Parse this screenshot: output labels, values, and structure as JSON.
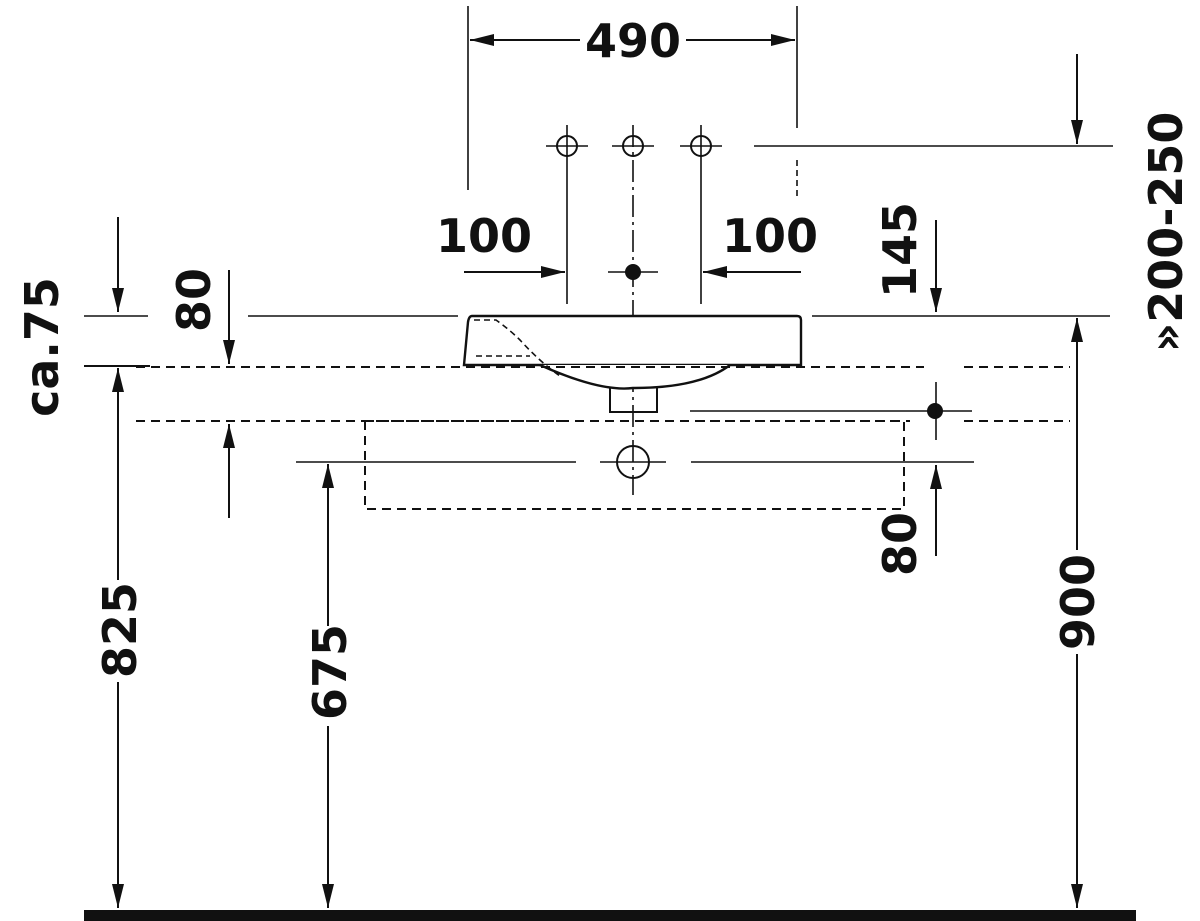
{
  "diagram": {
    "dimensions": {
      "overall_width": "490",
      "left_tap_offset": "100",
      "right_tap_offset": "100",
      "wall_distance": "200-250",
      "wall_distance_prefix": "»",
      "tap_height": "145",
      "rim_height": "ca.75",
      "upper_thickness": "80",
      "lower_thickness": "80",
      "counter_height": "825",
      "waste_height": "675",
      "rim_floor_height": "900"
    },
    "colors": {
      "line": "#111111",
      "background": "#ffffff"
    }
  }
}
